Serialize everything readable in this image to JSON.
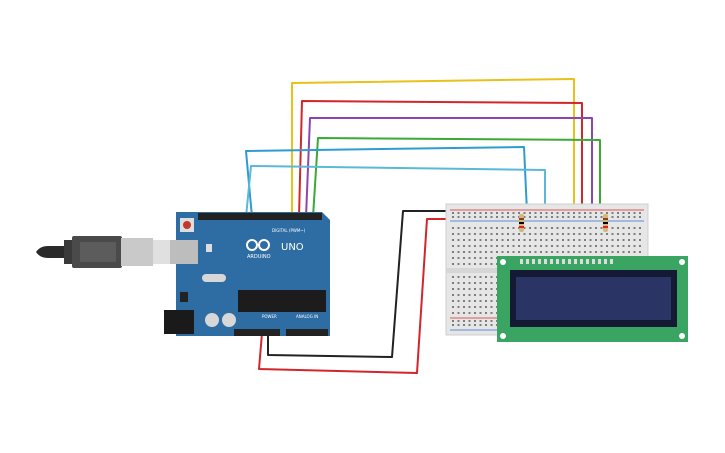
{
  "arduino": {
    "brand": "ARDUINO",
    "model": "UNO",
    "digital_label": "DIGITAL (PWM~)",
    "power_label": "POWER",
    "analog_label": "ANALOG IN"
  },
  "icons": [
    "usb-cable-icon",
    "reset-button-icon",
    "arduino-logo-icon"
  ],
  "colors": {
    "board": "#2e6ca4",
    "breadboard": "#e6e6e6",
    "lcd_pcb": "#3aa563",
    "lcd_screen": "#1f2a55",
    "wire_yellow": "#e8c21a",
    "wire_red": "#d3262a",
    "wire_purple": "#8e44ad",
    "wire_green": "#3aaa35",
    "wire_blue": "#2f9bd3",
    "wire_cyan": "#5bb8d8",
    "wire_black": "#222222"
  }
}
